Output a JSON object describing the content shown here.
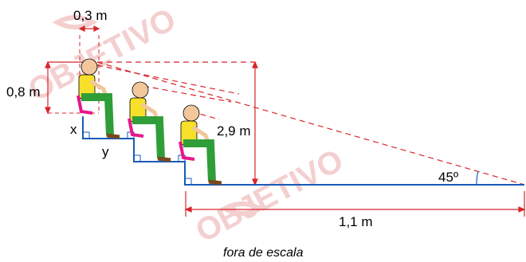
{
  "watermark": "OBJETIVO",
  "labels": {
    "seat_width": "0,3 m",
    "person_height": "0,8 m",
    "x": "x",
    "y": "y",
    "total_height": "2,9 m",
    "angle": "45º",
    "horizontal_distance": "1,1 m"
  },
  "caption": "fora de escala",
  "colors": {
    "stairs": "#1a5bb8",
    "dimension_lines": "#d8242a",
    "shirt": "#f6e02a",
    "pants": "#2f9e39",
    "seat": "#e8168a",
    "skin": "#f1c79b",
    "shoe": "#7a4a1e"
  }
}
